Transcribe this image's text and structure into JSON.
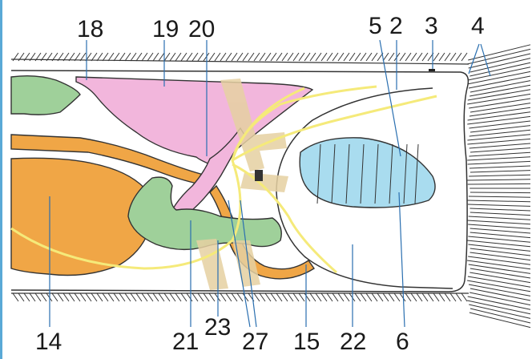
{
  "labels": {
    "l18": "18",
    "l19": "19",
    "l20": "20",
    "l5": "5",
    "l2": "2",
    "l3": "3",
    "l4": "4",
    "l14": "14",
    "l21": "21",
    "l23": "23",
    "l27": "27",
    "l15": "15",
    "l22": "22",
    "l6": "6"
  },
  "colors": {
    "pink": "#f2b6dc",
    "orange": "#f0a646",
    "green": "#9fd09a",
    "blue": "#a9dcef",
    "yellow": "#f5ea7a",
    "tan": "#e6d1a2",
    "outline": "#333333",
    "frame": "#5aa9d6"
  }
}
